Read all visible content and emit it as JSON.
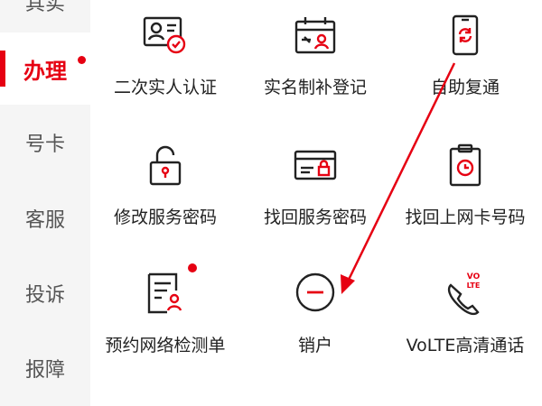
{
  "sidebar": {
    "partial_top": "其实",
    "items": [
      {
        "label": "办理",
        "active": true
      },
      {
        "label": "号卡"
      },
      {
        "label": "客服"
      },
      {
        "label": "投诉"
      },
      {
        "label": "报障"
      }
    ]
  },
  "grid": {
    "tiles": [
      {
        "label": "二次实人认证",
        "icon": "id-card-check-icon"
      },
      {
        "label": "实名制补登记",
        "icon": "calendar-person-icon"
      },
      {
        "label": "自助复通",
        "icon": "phone-refresh-icon"
      },
      {
        "label": "修改服务密码",
        "icon": "padlock-icon"
      },
      {
        "label": "找回服务密码",
        "icon": "card-lock-icon"
      },
      {
        "label": "找回上网卡号码",
        "icon": "sim-clock-icon"
      },
      {
        "label": "预约网络检测单",
        "icon": "document-person-icon"
      },
      {
        "label": "销户",
        "icon": "minus-circle-icon"
      },
      {
        "label": "VoLTE高清通话",
        "icon": "volte-phone-icon"
      }
    ]
  },
  "volte_badge": {
    "line1": "VO",
    "line2": "LTE"
  },
  "colors": {
    "accent": "#e60012",
    "sidebar_bg": "#f5f5f5",
    "icon_stroke": "#222222"
  }
}
